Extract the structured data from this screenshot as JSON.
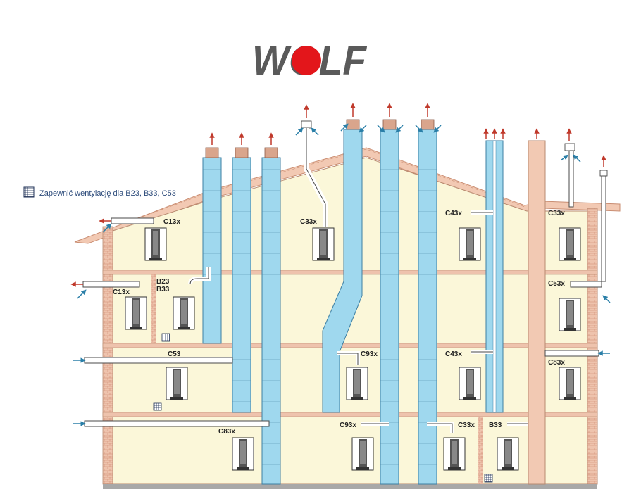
{
  "brand": {
    "logo_text": "WOLF",
    "logo_accent_color": "#e3161b"
  },
  "legend": {
    "text": "Zapewnić wentylację dla B23, B33, C53",
    "icon": "grid-vent-icon"
  },
  "colors": {
    "wall": "#fbf7d9",
    "brick": "#e8b49a",
    "roof": "#f1c6b0",
    "shaft": "#9fd8ee",
    "pipe": "#ffffff",
    "exhaust_arrow": "#c0392b",
    "intake_arrow": "#2a7fa8",
    "floor": "#e8b49a",
    "ground": "#a8a8a8"
  },
  "labels": {
    "c13x_top": "C13x",
    "c13x_mid": "C13x",
    "b23": "B23",
    "b33_mid": "B33",
    "c53": "C53",
    "c83x_bottom": "C83x",
    "c33x_attic": "C33x",
    "c93x_mid": "C93x",
    "c93x_bottom": "C93x",
    "c33x_bottom": "C33x",
    "c43x_top": "C43x",
    "c43x_mid": "C43x",
    "b33_bottom": "B33",
    "c33x_right": "C33x",
    "c53x_right": "C53x",
    "c83x_right": "C83x"
  }
}
